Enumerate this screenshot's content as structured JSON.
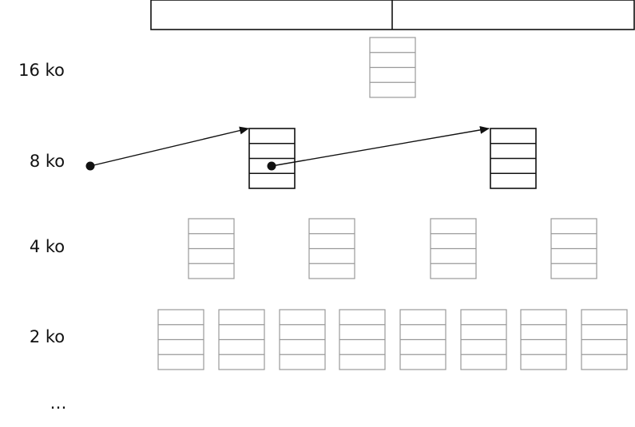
{
  "levels": [
    {
      "label": "16 ko",
      "count": 1,
      "blocks": 4,
      "style": "light"
    },
    {
      "label": "8 ko",
      "count": 2,
      "blocks": 4,
      "style": "dark"
    },
    {
      "label": "4 ko",
      "count": 4,
      "blocks": 4,
      "style": "light"
    },
    {
      "label": "2 ko",
      "count": 8,
      "blocks": 4,
      "style": "light"
    }
  ],
  "ellipsis": "…",
  "top_bar_segments": 2,
  "colors": {
    "dark": "#111111",
    "light": "#999999",
    "background": "#ffffff"
  }
}
